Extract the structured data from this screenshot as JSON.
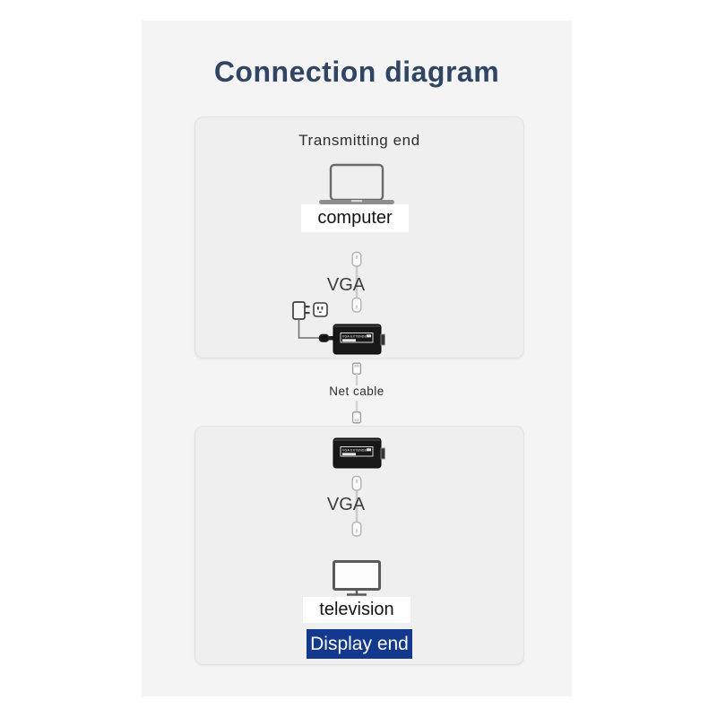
{
  "title": "Connection diagram",
  "panels": {
    "transmitting": {
      "heading": "Transmitting end",
      "device_label": "computer",
      "cable_label": "VGA",
      "extender_label": "VGA EXTENDER"
    },
    "link": {
      "label": "Net cable"
    },
    "display": {
      "extender_label": "VGA EXTENDER",
      "cable_label": "VGA",
      "device_label": "television",
      "badge_label": "Display end"
    }
  },
  "colors": {
    "badge_blue": "#13398f",
    "title_navy": "#2f4563",
    "column_gray": "#f4f4f4",
    "panel_gray": "#efefef",
    "extender_black": "#181818"
  },
  "icons": [
    "laptop-icon",
    "vga-cable-icon",
    "power-adapter-icon",
    "wall-socket-icon",
    "vga-extender-device",
    "rj45-connector-icon",
    "tv-icon"
  ]
}
